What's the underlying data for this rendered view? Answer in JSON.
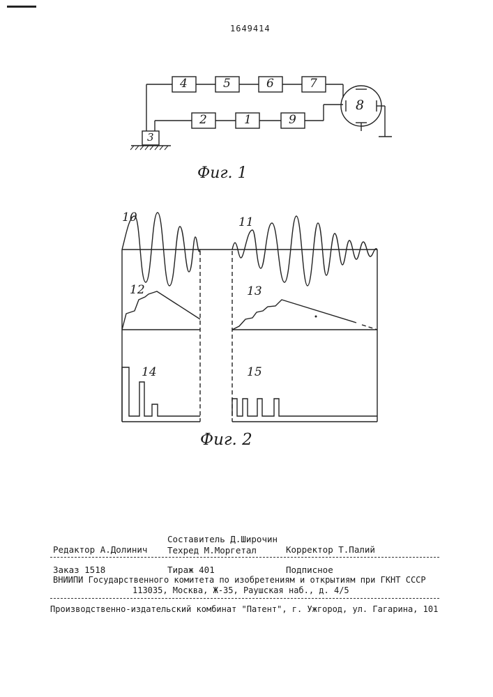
{
  "header": {
    "patent_number": "1649414"
  },
  "figure1": {
    "caption": "Фиг. 1",
    "blocks": [
      "4",
      "5",
      "6",
      "7",
      "2",
      "1",
      "9",
      "3"
    ],
    "tube_label": "8"
  },
  "figure2": {
    "caption": "Фиг. 2",
    "curve_labels": [
      "10",
      "11",
      "12",
      "13",
      "14",
      "15"
    ]
  },
  "footer": {
    "compiler": "Составитель Д.Широчин",
    "editor": "Редактор А.Долинич",
    "techred": "Техред М.Моргетал",
    "corrector": "Корректор Т.Палий",
    "order": "Заказ 1518",
    "circulation": "Тираж 401",
    "subscription": "Подписное",
    "org_line1": "ВНИИПИ Государственного комитета по изобретениям и открытиям при ГКНТ СССР",
    "org_line2": "113035, Москва, Ж-35, Раушская наб., д. 4/5",
    "publisher": "Производственно-издательский комбинат \"Патент\", г. Ужгород, ул. Гагарина, 101"
  }
}
